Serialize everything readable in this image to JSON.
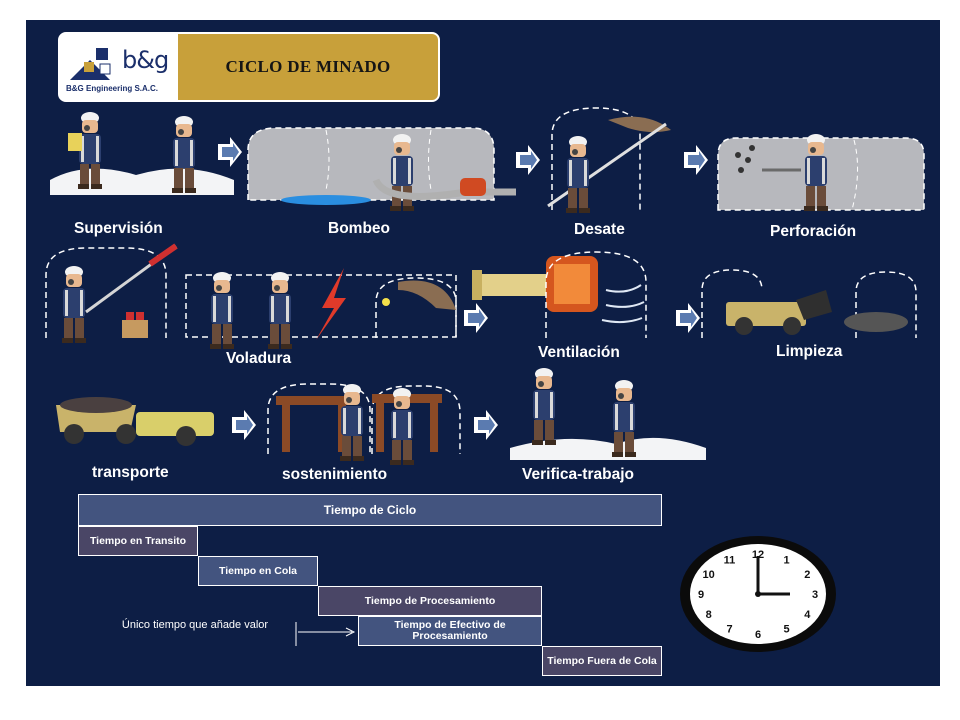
{
  "header": {
    "logo_mark": "b&g",
    "company": "B&G Engineering S.A.C.",
    "title": "CICLO DE MINADO"
  },
  "steps": [
    "Supervisión",
    "Bombeo",
    "Desate",
    "Perforación",
    "Voladura",
    "Ventilación",
    "Limpieza",
    "transporte",
    "sostenimiento",
    "Verifica-trabajo"
  ],
  "timeline": {
    "ciclo": "Tiempo de Ciclo",
    "transito": "Tiempo en Transito",
    "cola": "Tiempo en Cola",
    "procesamiento": "Tiempo de Procesamiento",
    "efectivo": "Tiempo de Efectivo de Procesamiento",
    "fuera": "Tiempo Fuera de Cola",
    "note": "Único tiempo que añade valor"
  },
  "clock": {
    "numbers": [
      "12",
      "1",
      "2",
      "3",
      "4",
      "5",
      "6",
      "7",
      "8",
      "9",
      "10",
      "11"
    ]
  },
  "colors": {
    "background": "#0d1e45",
    "title_bg": "#c8a03a",
    "bar_blue": "#43547f",
    "bar_purple": "#4a4666"
  }
}
